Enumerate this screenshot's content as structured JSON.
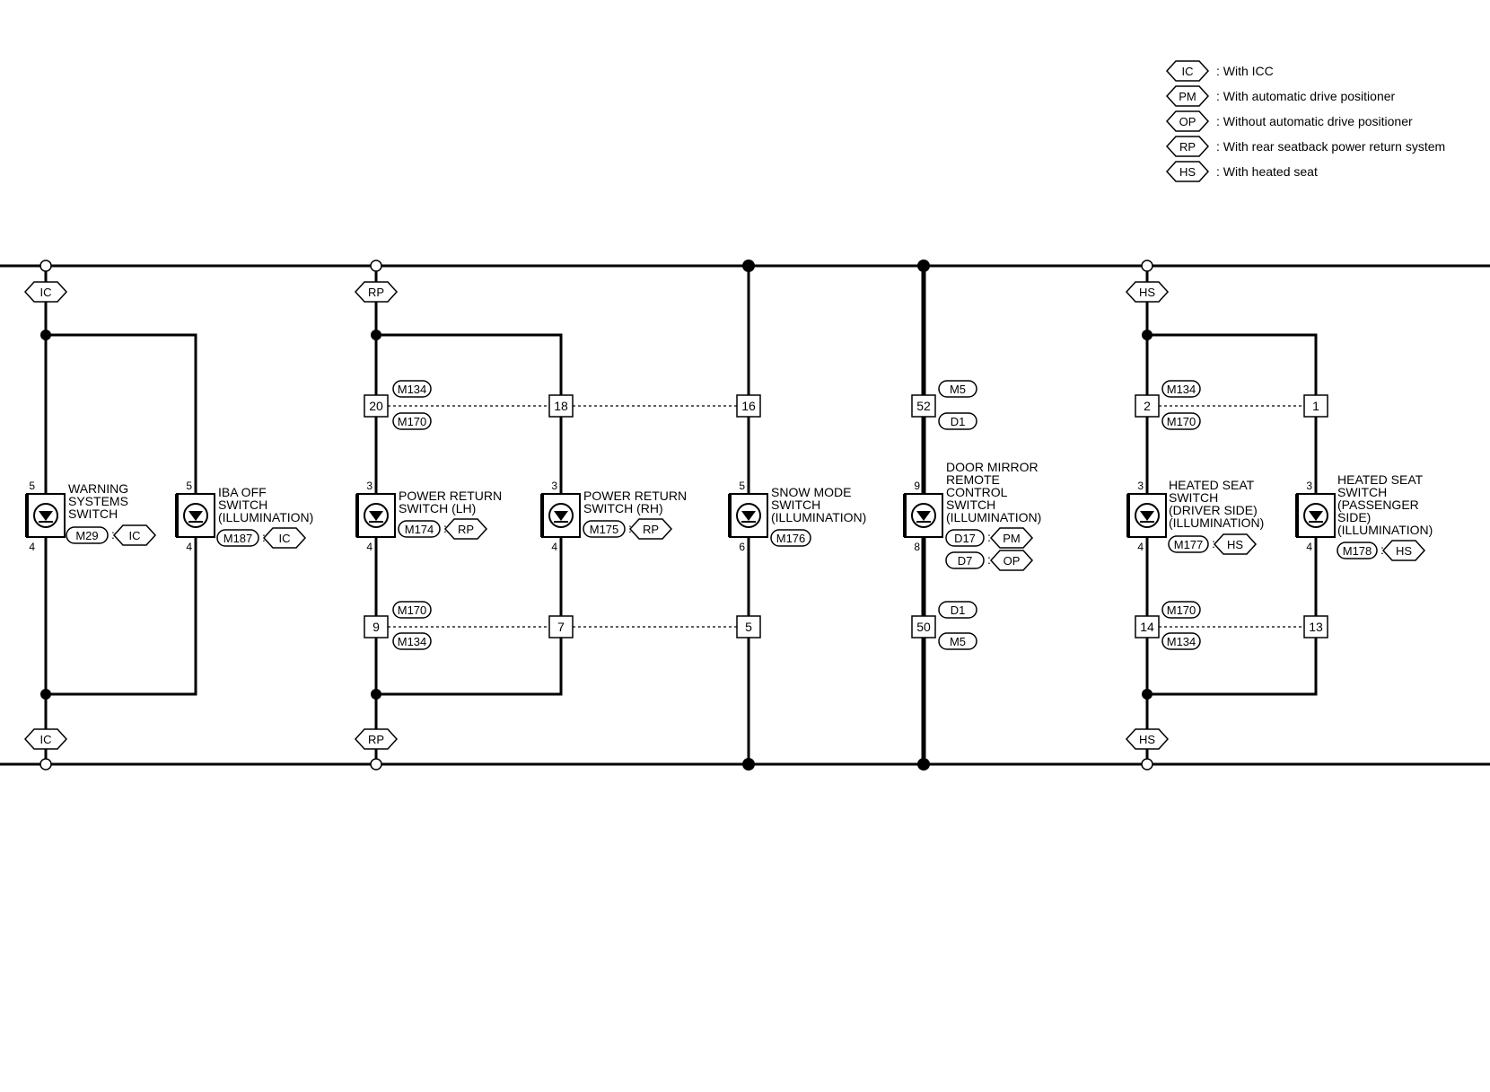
{
  "legend": [
    {
      "code": "IC",
      "text": ": With ICC"
    },
    {
      "code": "PM",
      "text": ": With automatic drive positioner"
    },
    {
      "code": "OP",
      "text": ": Without automatic drive positioner"
    },
    {
      "code": "RP",
      "text": ": With rear seatback power return system"
    },
    {
      "code": "HS",
      "text": ": With heated seat"
    }
  ],
  "option_tags": {
    "ic": "IC",
    "rp": "RP",
    "hs": "HS",
    "pm": "PM",
    "op": "OP"
  },
  "terminals": {
    "t20": "20",
    "t18": "18",
    "t16": "16",
    "t52": "52",
    "t2": "2",
    "t1": "1",
    "t9": "9",
    "t7": "7",
    "t5": "5",
    "t50": "50",
    "t14": "14",
    "t13": "13"
  },
  "connectors": {
    "m134": "M134",
    "m170": "M170",
    "m5": "M5",
    "d1": "D1"
  },
  "components": [
    {
      "id": "warning",
      "lines": [
        "WARNING",
        "SYSTEMS",
        "SWITCH"
      ],
      "connector": "M29",
      "option": "IC",
      "pin_top": "5",
      "pin_bottom": "4"
    },
    {
      "id": "iba",
      "lines": [
        "IBA OFF",
        "SWITCH",
        "(ILLUMINATION)"
      ],
      "connector": "M187",
      "option": "IC",
      "pin_top": "5",
      "pin_bottom": "4"
    },
    {
      "id": "prlh",
      "lines": [
        "POWER RETURN",
        "SWITCH (LH)"
      ],
      "connector": "M174",
      "option": "RP",
      "pin_top": "3",
      "pin_bottom": "4"
    },
    {
      "id": "prrh",
      "lines": [
        "POWER RETURN",
        "SWITCH (RH)"
      ],
      "connector": "M175",
      "option": "RP",
      "pin_top": "3",
      "pin_bottom": "4"
    },
    {
      "id": "snow",
      "lines": [
        "SNOW MODE",
        "SWITCH",
        "(ILLUMINATION)"
      ],
      "connector": "M176",
      "option": "",
      "pin_top": "5",
      "pin_bottom": "6"
    },
    {
      "id": "mirror",
      "lines": [
        "DOOR MIRROR",
        "REMOTE",
        "CONTROL",
        "SWITCH",
        "(ILLUMINATION)"
      ],
      "connector": "D17",
      "option": "PM",
      "connector2": "D7",
      "option2": "OP",
      "pin_top": "9",
      "pin_bottom": "8"
    },
    {
      "id": "hsdrv",
      "lines": [
        "HEATED SEAT",
        "SWITCH",
        "(DRIVER SIDE)",
        "(ILLUMINATION)"
      ],
      "connector": "M177",
      "option": "HS",
      "pin_top": "3",
      "pin_bottom": "4"
    },
    {
      "id": "hspas",
      "lines": [
        "HEATED SEAT",
        "SWITCH",
        "(PASSENGER",
        " SIDE)",
        "(ILLUMINATION)"
      ],
      "connector": "M178",
      "option": "HS",
      "pin_top": "3",
      "pin_bottom": "4"
    }
  ]
}
